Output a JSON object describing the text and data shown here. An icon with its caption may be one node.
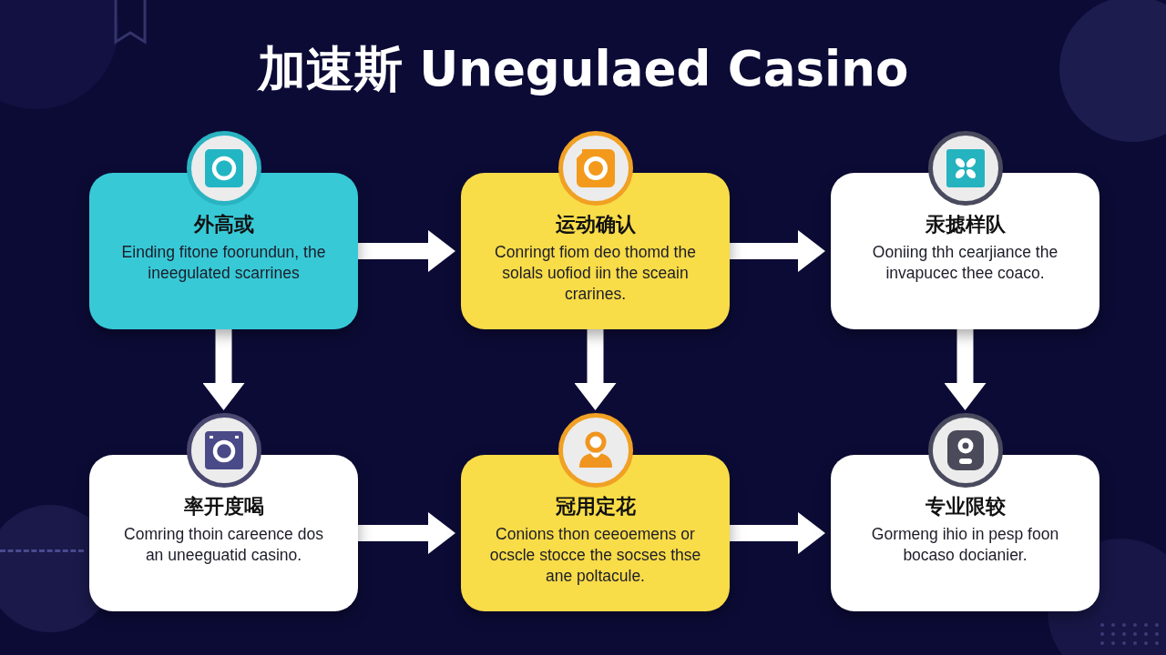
{
  "diagram": {
    "title": "加速斯 Unegulaed Casino",
    "nodes": [
      {
        "text": [
          "外高或",
          "Einding fitone foorundun, the ineegulated scarrines"
        ]
      },
      {
        "text": [
          "运动确认",
          "Conringt fiom deo thomd the solals uofiod iin the sceain crarines."
        ]
      },
      {
        "text": [
          "汞摅样队",
          "Ooniing thh cearjiance the invapucec thee coaco."
        ]
      },
      {
        "text": [
          "率开度喝",
          "Comring thoin careence dos an uneeguatid casino."
        ]
      },
      {
        "text": [
          "冠用定花",
          "Conions thon ceeoemens or ocscle stocce the socses thse ane poltacule."
        ]
      },
      {
        "text": [
          "专业限较",
          "Gormeng ihio in pesp foon bocaso docianier."
        ]
      }
    ],
    "edges": [
      {
        "from": 0,
        "to": 1,
        "arrow": "to"
      },
      {
        "from": 1,
        "to": 2,
        "arrow": "to"
      },
      {
        "from": 0,
        "to": 3,
        "arrow": "to"
      },
      {
        "from": 1,
        "to": 4,
        "arrow": "to"
      },
      {
        "from": 2,
        "to": 5,
        "arrow": "to"
      },
      {
        "from": 3,
        "to": 4,
        "arrow": "to"
      },
      {
        "from": 4,
        "to": 5,
        "arrow": "to"
      }
    ]
  }
}
